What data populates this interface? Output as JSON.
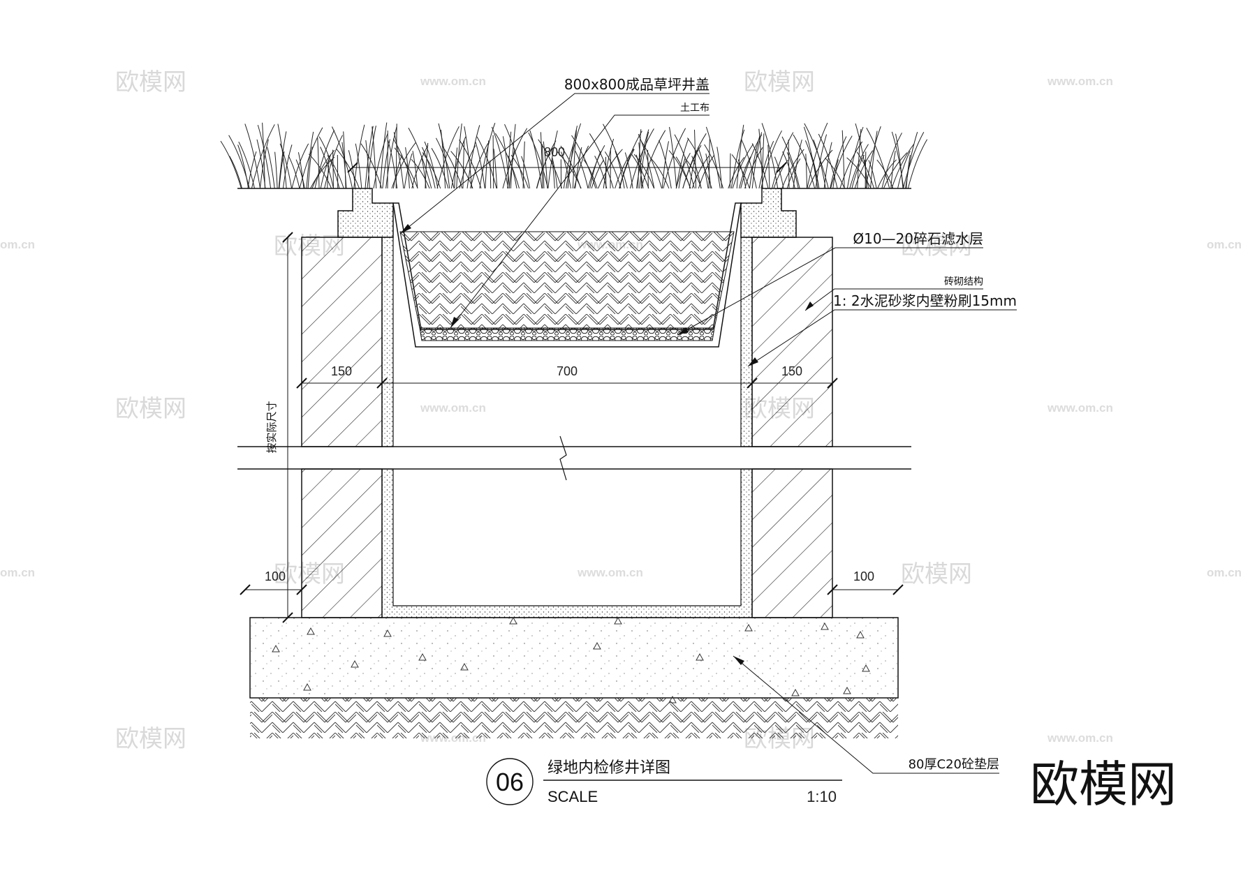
{
  "labels": {
    "cover": "800x800成品草坪井盖",
    "geotextile": "土工布",
    "gravel": "Ø10—20碎石滤水层",
    "brick": "砖砌结构",
    "mortar": "1: 2水泥砂浆内壁粉刷15mm",
    "concrete": "80厚C20砼垫层",
    "actual_size": "按实际尺寸"
  },
  "dimensions": {
    "top": "800",
    "left_wall": "150",
    "inner": "700",
    "right_wall": "150",
    "left_offset": "100",
    "right_offset": "100"
  },
  "title_block": {
    "number": "06",
    "title": "绿地内检修井详图",
    "scale_label": "SCALE",
    "scale_value": "1:10"
  },
  "watermark": {
    "brand": "欧模网",
    "url": "www.om.cn",
    "url_partial": "om.cn"
  },
  "colors": {
    "line": "#111111",
    "watermark": "#d9d9d9"
  }
}
